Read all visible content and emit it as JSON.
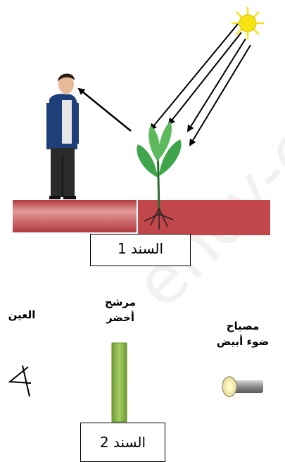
{
  "document1": {
    "label": "السند 1"
  },
  "document2": {
    "label": "السند 2",
    "eye_label": "العين",
    "filter_label_line1": "مرشح",
    "filter_label_line2": "أخضر",
    "lamp_label_line1": "مصباح",
    "lamp_label_line2": "ضوء أبيض"
  },
  "watermark_text": "ency-ed",
  "colors": {
    "ground": "#c0474b",
    "ground_dark": "#a8363a",
    "filter": "#8fbf4d",
    "filter_edge": "#5f8f2a",
    "sun": "#f6e312",
    "leaf": "#3ea54b",
    "jacket": "#1f3f7a"
  }
}
